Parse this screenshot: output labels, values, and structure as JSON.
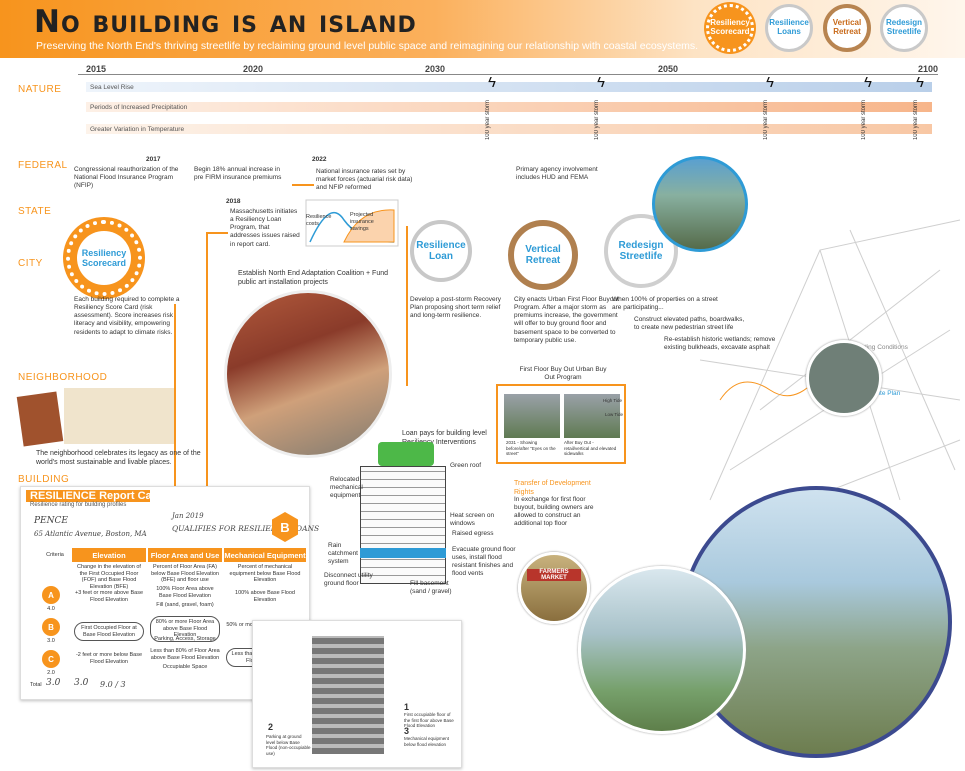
{
  "header": {
    "title": "No building is an island",
    "subtitle": "Preserving the North End's thriving streetlife by reclaiming ground level public space and reimagining our relationship with coastal ecosystems.",
    "badges": [
      "Resiliency Scorecard",
      "Resilience Loans",
      "Vertical Retreat",
      "Redesign Streetlife"
    ]
  },
  "timeline": {
    "years": [
      "2015",
      "2020",
      "2030",
      "2050",
      "2100"
    ],
    "nature_rows": [
      "Sea Level Rise",
      "Periods of Increased Precipitation",
      "Greater Variation in Temperature"
    ],
    "storm_label": "100 year storm"
  },
  "levels": [
    "NATURE",
    "FEDERAL",
    "STATE",
    "CITY",
    "NEIGHBORHOOD",
    "BUILDING"
  ],
  "federal": {
    "y2017": "2017",
    "t2017": "Congressional reauthorization of the National Flood Insurance Program (NFIP)",
    "begin": "Begin 18% annual increase in pre FIRM insurance premiums",
    "y2022": "2022",
    "t2022": "National insurance rates set by market forces (actuarial risk data) and NFIP reformed",
    "hud": "Primary agency involvement includes HUD and FEMA"
  },
  "state": {
    "y2018": "2018",
    "t2018": "Massachusetts initiates a Resiliency Loan Program, that addresses issues raised in report card.",
    "chart_a": "Resilience costs",
    "chart_b": "Projected insurance savings"
  },
  "city": {
    "rings": [
      "Resiliency Scorecard",
      "Resilience Loan",
      "Vertical Retreat",
      "Redesign Streetlife"
    ],
    "scorecard_text": "Each building required to complete a Resiliency Score Card (risk assessment). Score increases risk literacy and visibility, empowering residents to adapt to climate risks.",
    "coalition": "Establish North End Adaptation Coalition + Fund public art installation projects",
    "recovery": "Develop a post-storm Recovery Plan proposing short term relief and long-term resilience.",
    "buyout": "City enacts Urban First Floor Buyout Program. After a major storm as premiums increase, the government will offer to buy ground floor and basement space to be converted to temporary public use.",
    "streetlife_a": "When 100% of properties on a street are participating...",
    "streetlife_b": "Construct elevated paths, boardwalks, to create new pedestrian street life",
    "streetlife_c": "Re-establish historic wetlands; remove existing bulkheads, excavate asphalt",
    "existing": "2015 Building Conditions",
    "siteplan": "2100 Site Plan"
  },
  "neighborhood": {
    "text": "The neighborhood celebrates its legacy as one of the world's most sustainable and livable places."
  },
  "building": {
    "loan_title": "Loan pays for building level Resiliency Interventions",
    "labels": [
      "Green roof",
      "Relocated mechanical equipment",
      "Heat screen on windows",
      "Raised egress",
      "Rain catchment system",
      "Evacuate ground floor uses, install flood resistant finishes and flood vents",
      "Disconnect utility ground floor",
      "Fill basement (sand / gravel)"
    ],
    "buyout_box_title": "First Floor Buy Out Urban Buy Out Program",
    "buyout_cap1": "2031 - Showing before/after \"Eyes on the street\"",
    "buyout_cap2": "After Buy Out - retail/vertical and elevated sidewalks",
    "high_tide": "High Tide",
    "low_tide": "Low Tide",
    "tdr_title": "Transfer of Development Rights",
    "tdr_text": "In exchange for first floor buyout, building owners are allowed to construct an additional top floor",
    "market": "FARMERS MARKET"
  },
  "report_card": {
    "title": "RESILIENCE Report Card",
    "subtitle": "Resilience rating for building profiles",
    "building_value": "PENCE",
    "address_value": "65 Atlantic Avenue, Boston, MA",
    "date_value": "Jan 2019",
    "comments_value": "QUALIFIES FOR RESILIENCE LOANS",
    "grade": "B",
    "columns": [
      "Criteria",
      "Elevation",
      "Floor Area and Use",
      "Mechanical Equipment"
    ],
    "col_desc": [
      "Change in the elevation of the First Occupied Floor (FOF) and Base Flood Elevation (BFE)",
      "Percent of Floor Area (FA) below Base Flood Elevation (BFE) and floor use",
      "Percent of mechanical equipment below Base Flood Elevation"
    ],
    "grades": [
      "A",
      "B",
      "C"
    ],
    "grade_scores": [
      "4.0",
      "3.0",
      "2.0"
    ],
    "rowA": [
      "+3 feet or more above Base Flood Elevation",
      "100% Floor Area above Base Flood Elevation",
      "100% above Base Flood Elevation"
    ],
    "rowB": [
      "First Occupied Floor at Base Flood Elevation",
      "80% or more Floor Area above Base Flood Elevation",
      "50% or more above Base Flood Elevation"
    ],
    "rowC": [
      "-2 feet or more below Base Flood Elevation",
      "Less than 80% of Floor Area above Base Flood Elevation",
      "Less than 50% above Base Flood Elevation"
    ],
    "fill_note": "Fill (sand, gravel, foam)",
    "parking_note": "Parking, Access, Storage",
    "occupiable": "Occupiable Space",
    "total_label": "Total",
    "total_value": "3.0",
    "score_a": "3.0",
    "score_b": "9.0 / 3"
  },
  "card2": {
    "n1": "1",
    "t1": "First occupiable floor of the first floor above Base Flood Elevation",
    "n2": "2",
    "t2": "Parking at ground level below Base Flood (non-occupiable use)",
    "n3": "3",
    "t3": "Mechanical equipment below flood elevation"
  }
}
